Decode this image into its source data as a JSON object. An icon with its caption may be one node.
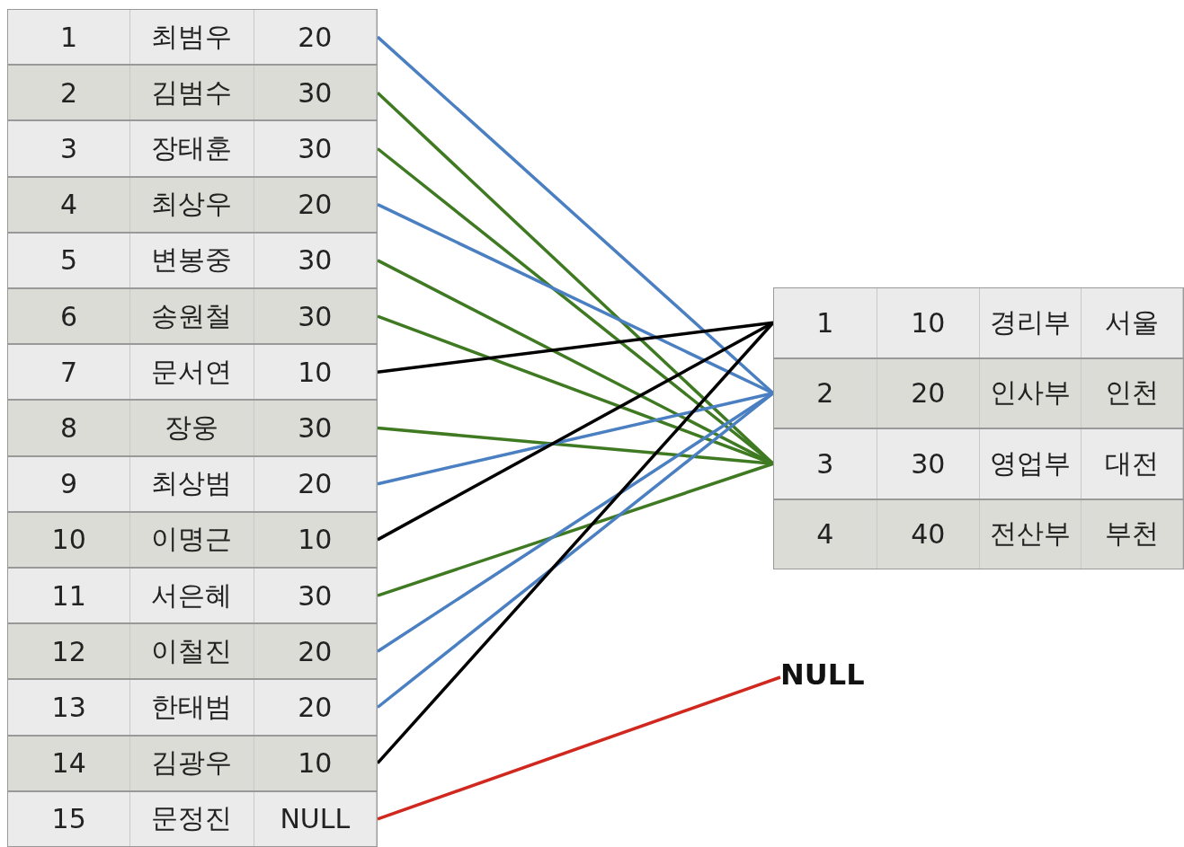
{
  "diagram": {
    "nodes": [
      {
        "text": [
          "1",
          "최범우",
          "20"
        ]
      },
      {
        "text": [
          "2",
          "김범수",
          "30"
        ]
      },
      {
        "text": [
          "3",
          "장태훈",
          "30"
        ]
      },
      {
        "text": [
          "4",
          "최상우",
          "20"
        ]
      },
      {
        "text": [
          "5",
          "변봉중",
          "30"
        ]
      },
      {
        "text": [
          "6",
          "송원철",
          "30"
        ]
      },
      {
        "text": [
          "7",
          "문서연",
          "10"
        ]
      },
      {
        "text": [
          "8",
          "장웅",
          "30"
        ]
      },
      {
        "text": [
          "9",
          "최상범",
          "20"
        ]
      },
      {
        "text": [
          "10",
          "이명근",
          "10"
        ]
      },
      {
        "text": [
          "11",
          "서은혜",
          "30"
        ]
      },
      {
        "text": [
          "12",
          "이철진",
          "20"
        ]
      },
      {
        "text": [
          "13",
          "한태범",
          "20"
        ]
      },
      {
        "text": [
          "14",
          "김광우",
          "10"
        ]
      },
      {
        "text": [
          "15",
          "문정진",
          "NULL"
        ]
      },
      {
        "text": [
          "1",
          "10",
          "경리부",
          "서울"
        ]
      },
      {
        "text": [
          "2",
          "20",
          "인사부",
          "인천"
        ]
      },
      {
        "text": [
          "3",
          "30",
          "영업부",
          "대전"
        ]
      },
      {
        "text": [
          "4",
          "40",
          "전산부",
          "부천"
        ]
      },
      {
        "text": [
          "NULL"
        ]
      }
    ],
    "edges": [
      {
        "from": 0,
        "to": 16,
        "arrow": "none",
        "color": "#4a7fc1"
      },
      {
        "from": 1,
        "to": 17,
        "arrow": "none"
      },
      {
        "from": 2,
        "to": 17,
        "arrow": "none"
      },
      {
        "from": 3,
        "to": 16,
        "arrow": "none",
        "color": "#4a7fc1"
      },
      {
        "from": 4,
        "to": 17,
        "arrow": "none"
      },
      {
        "from": 5,
        "to": 17,
        "arrow": "none"
      },
      {
        "from": 6,
        "to": 15,
        "arrow": "none",
        "color": "#000000"
      },
      {
        "from": 7,
        "to": 17,
        "arrow": "none"
      },
      {
        "from": 8,
        "to": 16,
        "arrow": "none",
        "color": "#4a7fc1"
      },
      {
        "from": 9,
        "to": 15,
        "arrow": "none",
        "color": "#000000"
      },
      {
        "from": 10,
        "to": 17,
        "arrow": "none"
      },
      {
        "from": 11,
        "to": 16,
        "arrow": "none",
        "color": "#4a7fc1"
      },
      {
        "from": 12,
        "to": 16,
        "arrow": "none",
        "color": "#4a7fc1"
      },
      {
        "from": 13,
        "to": 15,
        "arrow": "none",
        "color": "#000000"
      },
      {
        "from": 14,
        "to": 19,
        "arrow": "none",
        "color": "#d0281e"
      }
    ]
  }
}
